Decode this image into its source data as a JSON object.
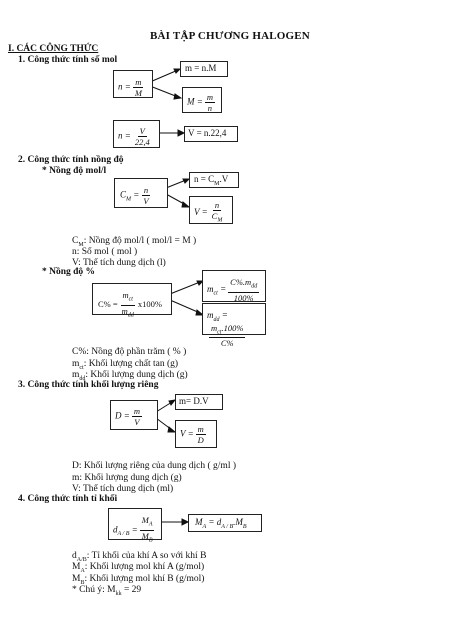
{
  "title": "BÀI TẬP CHƯƠNG HALOGEN",
  "section1": "I. CÁC CÔNG THỨC",
  "s1": {
    "heading": "1. Công thức tính số mol",
    "f_n_lhs": "n =",
    "f_n_num": "m",
    "f_n_den": "M",
    "f_m": "m = n.M",
    "f_M_lhs": "M =",
    "f_M_num": "m",
    "f_M_den": "n",
    "f_nv_lhs": "n =",
    "f_nv_num": "V",
    "f_nv_den": "22,4",
    "f_V": "V = n.22,4"
  },
  "s2": {
    "heading": "2. Công thức tính nồng độ",
    "sub1": "* Nồng độ mol/l",
    "f_cm_lhs": "C",
    "f_cm_sub": "M",
    "f_cm_eq": "=",
    "f_cm_num": "n",
    "f_cm_den": "V",
    "f_n_a": "n = C",
    "f_n_sub": "M",
    "f_n_b": ".V",
    "f_v_lhs": "V =",
    "f_v_num": "n",
    "f_v_den_a": "C",
    "f_v_den_sub": "M",
    "def1_a": "C",
    "def1_sub": "M",
    "def1_b": ": Nồng độ mol/l ( mol/l = M )",
    "def2": "n: Số mol ( mol )",
    "def3": "V: Thể tích dung dịch (l)",
    "sub2": "* Nồng độ %",
    "f_cp_lhs": "C% =",
    "f_cp_num_a": "m",
    "f_cp_num_sub": "ct",
    "f_cp_den_a": "m",
    "f_cp_den_sub": "dd",
    "f_cp_tail": "x100%",
    "f_mct_lhs": "m",
    "f_mct_sub": "ct",
    "f_mct_eq": "=",
    "f_mct_num_a": "C%.m",
    "f_mct_num_sub": "dd",
    "f_mct_den": "100%",
    "f_mdd_lhs": "m",
    "f_mdd_sub": "dd",
    "f_mdd_eq": "=",
    "f_mdd_num_a": "m",
    "f_mdd_num_sub": "ct",
    "f_mdd_num_b": ".100%",
    "f_mdd_den": "C%",
    "def4": "C%: Nồng độ phần trăm ( % )",
    "def5_a": "m",
    "def5_sub": "ct",
    "def5_b": ": Khối lượng chất tan (g)",
    "def6_a": "m",
    "def6_sub": "dd",
    "def6_b": ": Khối lượng dung dịch (g)"
  },
  "s3": {
    "heading": "3. Công thức tính khối lượng riêng",
    "f_d_lhs": "D =",
    "f_d_num": "m",
    "f_d_den": "V",
    "f_m": "m= D.V",
    "f_v_lhs": "V =",
    "f_v_num": "m",
    "f_v_den": "D",
    "def1": "D: Khối lượng riêng của dung dịch ( g/ml )",
    "def2": "m: Khối lượng dung dịch (g)",
    "def3": "V: Thể tích dung dịch (ml)"
  },
  "s4": {
    "heading": "4. Công thức tính tỉ khối",
    "f_d_a": "d",
    "f_d_sub": "A / B",
    "f_d_eq": "=",
    "f_d_num_a": "M",
    "f_d_num_sub": "A",
    "f_d_den_a": "M",
    "f_d_den_sub": "B",
    "f_ma_a": "M",
    "f_ma_sub1": "A",
    "f_ma_mid": " = d",
    "f_ma_sub2": "A / B",
    "f_ma_b": ".M",
    "f_ma_sub3": "B",
    "def1_a": "d",
    "def1_sub": "A/B",
    "def1_b": ": Tỉ khối của khí A so với khí B",
    "def2_a": "M",
    "def2_sub": "A",
    "def2_b": ": Khối lượng mol khí A (g/mol)",
    "def3_a": "M",
    "def3_sub": "B",
    "def3_b": ": Khối lượng mol khí B (g/mol)",
    "def4_a": "* Chú ý: M",
    "def4_sub": "kk",
    "def4_b": " = 29"
  }
}
